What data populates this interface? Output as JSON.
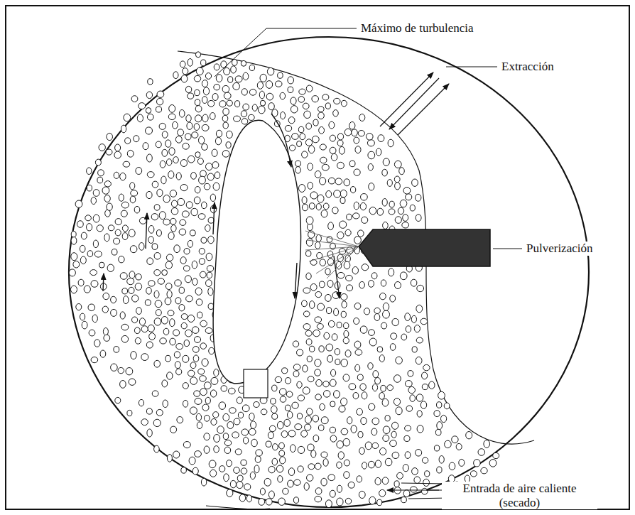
{
  "diagram": {
    "labels": [
      "Máximo de turbulencia",
      "Extracción",
      "Pulverización",
      "Entrada de aire caliente (secado)"
    ]
  }
}
